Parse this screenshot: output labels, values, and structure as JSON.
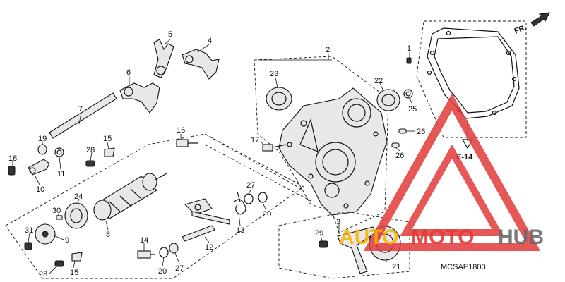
{
  "diagram": {
    "code": "MCSAE1800",
    "front_marker": "FR.",
    "ref_marker": "E-14",
    "labels": {
      "l1": "1",
      "l2": "2",
      "l3": "3",
      "l4": "4",
      "l5": "5",
      "l6": "6",
      "l7": "7",
      "l8": "8",
      "l9": "9",
      "l10": "10",
      "l11": "11",
      "l12": "12",
      "l13": "13",
      "l14": "14",
      "l15a": "15",
      "l15b": "15",
      "l16": "16",
      "l17": "17",
      "l18": "18",
      "l19": "19",
      "l20a": "20",
      "l20b": "20",
      "l21": "21",
      "l22": "22",
      "l23": "23",
      "l24": "24",
      "l25": "25",
      "l26a": "26",
      "l26b": "26",
      "l27a": "27",
      "l27b": "27",
      "l28a": "28",
      "l28b": "28",
      "l29": "29",
      "l30": "30",
      "l31": "31"
    }
  },
  "watermark": {
    "brand_a": "AUTO",
    "brand_b": "MOTO",
    "brand_c": "HUB",
    "color_red": "#e23b3b",
    "color_yellow": "#f5b400",
    "color_gray": "#6b6b6b"
  }
}
